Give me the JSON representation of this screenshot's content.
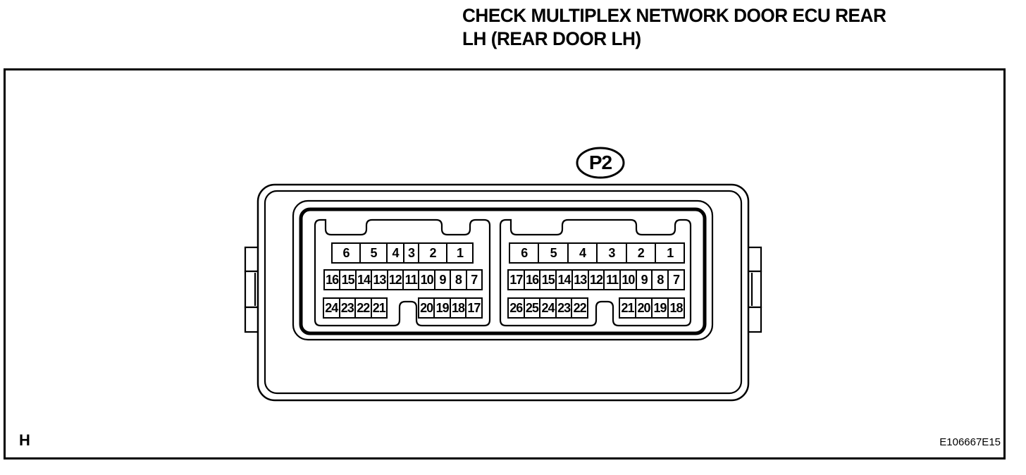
{
  "title": {
    "line1": "CHECK MULTIPLEX NETWORK DOOR ECU REAR",
    "line2": "LH (REAR DOOR LH)"
  },
  "connector": {
    "label": "P2",
    "left_block": {
      "row1": [
        "6",
        "5",
        "4",
        "3",
        "2",
        "1"
      ],
      "row2": [
        "16",
        "15",
        "14",
        "13",
        "12",
        "11",
        "10",
        "9",
        "8",
        "7"
      ],
      "row3_left": [
        "24",
        "23",
        "22",
        "21"
      ],
      "row3_right": [
        "20",
        "19",
        "18",
        "17"
      ]
    },
    "right_block": {
      "row1": [
        "6",
        "5",
        "4",
        "3",
        "2",
        "1"
      ],
      "row2": [
        "17",
        "16",
        "15",
        "14",
        "13",
        "12",
        "11",
        "10",
        "9",
        "8",
        "7"
      ],
      "row3_left": [
        "26",
        "25",
        "24",
        "23",
        "22"
      ],
      "row3_right": [
        "21",
        "20",
        "19",
        "18"
      ]
    }
  },
  "footer": {
    "left_label": "H",
    "figure_code": "E106667E15"
  },
  "colors": {
    "line": "#000000",
    "background": "#ffffff"
  }
}
